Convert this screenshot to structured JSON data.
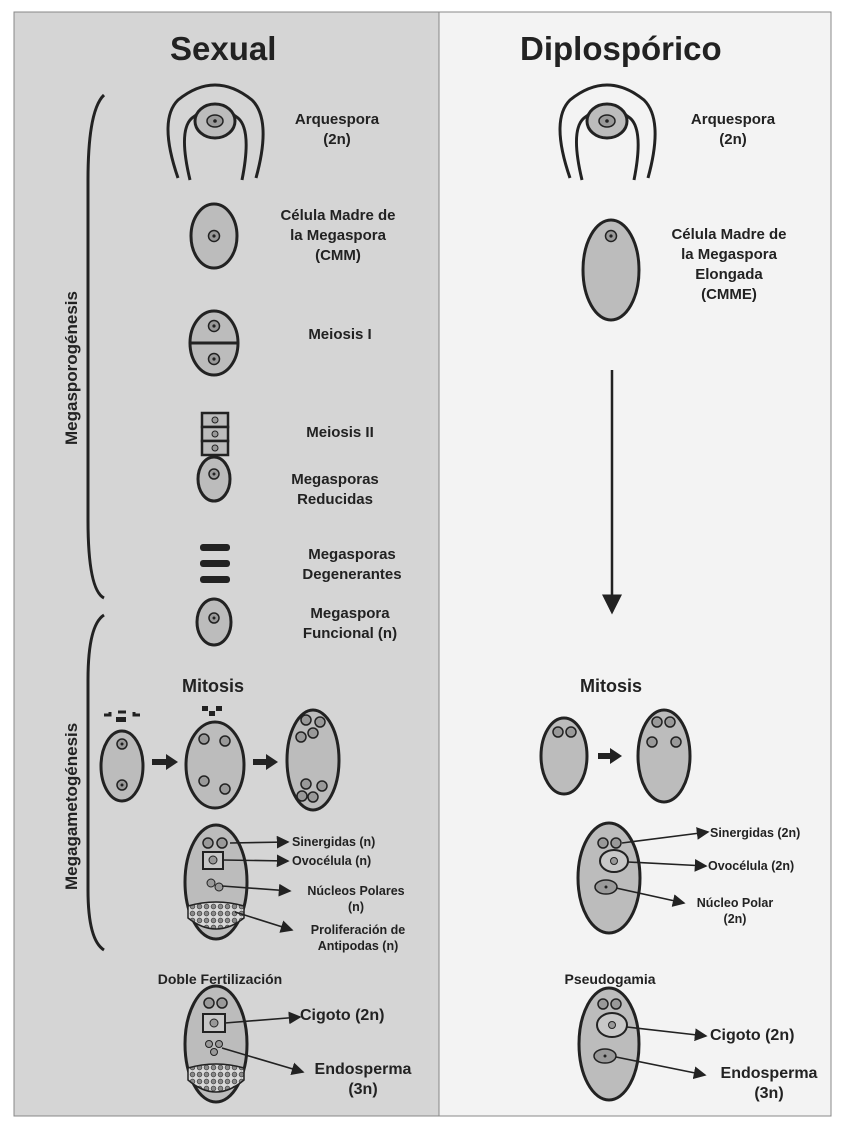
{
  "colors": {
    "panel_left": "#d5d5d5",
    "panel_right": "#f3f3f3",
    "cell": "#bcbcbc",
    "stroke": "#222222",
    "nucleus": "#9a9a9a"
  },
  "columns": {
    "sexual": "Sexual",
    "diplosporic": "Diplospórico"
  },
  "stages": {
    "megasporogenesis": "Megasporogénesis",
    "megagametogenesis": "Megagametogénesis"
  },
  "sexual": {
    "archespore": "Arquespora\n(2n)",
    "mmc": "Célula Madre de\nla Megaspora\n(CMM)",
    "meiosis1": "Meiosis I",
    "meiosis2": "Meiosis II",
    "reduced": "Megasporas\nReducidas",
    "degenerating": "Megasporas\nDegenerantes",
    "functional": "Megaspora\nFuncional (n)",
    "mitosis": "Mitosis",
    "synergids": "Sinergidas (n)",
    "egg": "Ovocélula (n)",
    "polar": "Núcleos Polares\n(n)",
    "antipodal": "Proliferación de\nAntipodas (n)",
    "fertilization": "Doble Fertilización",
    "zygote": "Cigoto (2n)",
    "endosperm": "Endosperma\n(3n)"
  },
  "diplosporic": {
    "archespore": "Arquespora\n(2n)",
    "emmc": "Célula Madre de\nla Megaspora\nElongada\n(CMME)",
    "mitosis": "Mitosis",
    "synergids": "Sinergidas (2n)",
    "egg": "Ovocélula (2n)",
    "polar": "Núcleo Polar\n(2n)",
    "pseudogamy": "Pseudogamia",
    "zygote": "Cigoto (2n)",
    "endosperm": "Endosperma\n(3n)"
  }
}
